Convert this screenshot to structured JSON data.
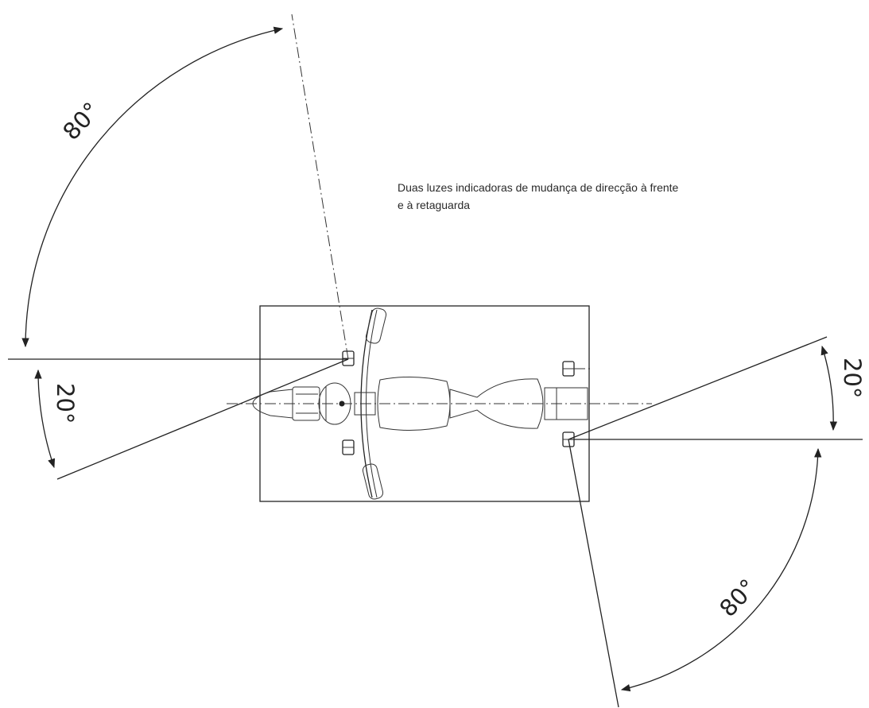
{
  "caption": {
    "line1": "Duas luzes indicadoras de mudança de direcção à frente",
    "line2": "e à retaguarda"
  },
  "angles": {
    "front_outer": "80°",
    "front_inner": "20°",
    "rear_inner": "20°",
    "rear_outer": "80°"
  }
}
